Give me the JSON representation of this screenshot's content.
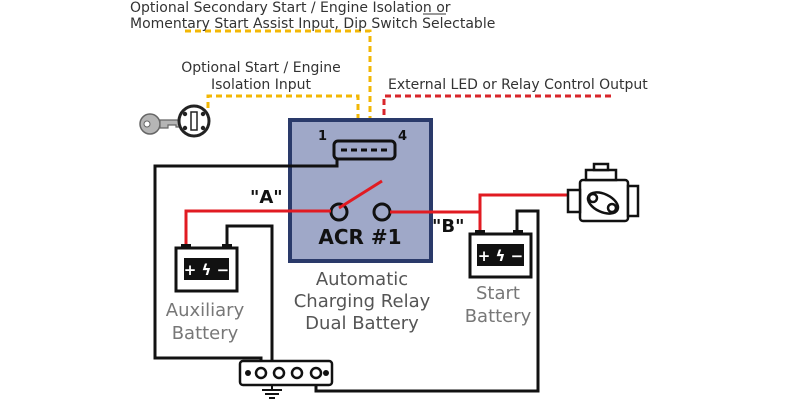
{
  "labels": {
    "secondary_line1": "Optional Secondary Start / Engine Isolation or",
    "secondary_line2": "Momentary Start Assist Input, Dip Switch Selectable",
    "isolation_line1": "Optional Start / Engine",
    "isolation_line2": "Isolation Input",
    "external_output": "External LED or Relay Control Output",
    "pin_1": "1",
    "pin_4": "4",
    "point_a": "\"A\"",
    "point_b": "\"B\"",
    "acr_name": "ACR #1",
    "acr_line1": "Automatic",
    "acr_line2": "Charging Relay",
    "acr_line3": "Dual Battery",
    "aux_line1": "Auxiliary",
    "aux_line2": "Battery",
    "start_line1": "Start",
    "start_line2": "Battery",
    "battery_symbol": "+ ϟ −"
  },
  "colors": {
    "text_dark": "#333333",
    "text_gray": "#777777",
    "acr_fill": "#9fa8c8",
    "acr_border": "#2a3a6a",
    "wire_red": "#e11b22",
    "wire_black": "#111111",
    "wire_yellow": "#f2b705",
    "wire_red_dashed": "#d8262b"
  },
  "icons": [
    "key-icon",
    "ignition-switch-icon",
    "engine-icon",
    "battery-icon",
    "ground-icon"
  ]
}
